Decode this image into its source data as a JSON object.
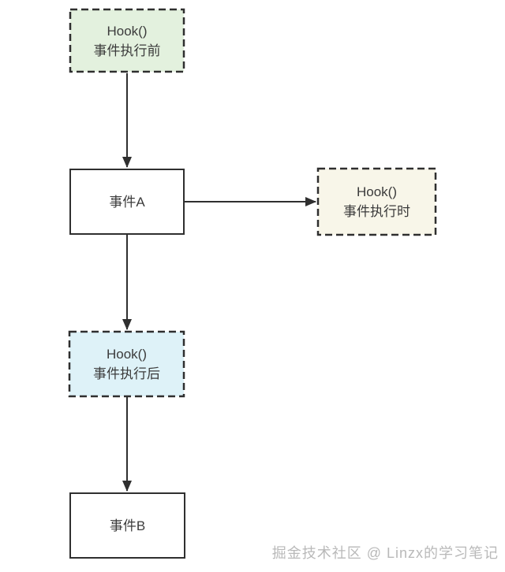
{
  "diagram": {
    "title_hidden": "",
    "nodes": {
      "hook_before": {
        "line1": "Hook()",
        "line2": "事件执行前",
        "type": "hook",
        "fill": "#e3f1de"
      },
      "event_a": {
        "label": "事件A",
        "type": "event",
        "fill": "#ffffff"
      },
      "hook_during": {
        "line1": "Hook()",
        "line2": "事件执行时",
        "type": "hook",
        "fill": "#f8f6e9"
      },
      "hook_after": {
        "line1": "Hook()",
        "line2": "事件执行后",
        "type": "hook",
        "fill": "#def2f8"
      },
      "event_b": {
        "label": "事件B",
        "type": "event",
        "fill": "#ffffff"
      }
    },
    "edges": [
      {
        "from": "hook_before",
        "to": "event_a",
        "direction": "down"
      },
      {
        "from": "event_a",
        "to": "hook_during",
        "direction": "right"
      },
      {
        "from": "event_a",
        "to": "hook_after",
        "direction": "down"
      },
      {
        "from": "hook_after",
        "to": "event_b",
        "direction": "down"
      }
    ],
    "watermark": "掘金技术社区 @ Linzx的学习笔记"
  },
  "colors": {
    "hook-before-bg": "#e3f1de",
    "hook-during-bg": "#f8f6e9",
    "hook-after-bg": "#def2f8",
    "event-bg": "#ffffff",
    "node-border": "#2f2f2f",
    "arrow": "#2f2f2f",
    "node-text": "#3b3b3b",
    "watermark": "#b9b9b9"
  }
}
